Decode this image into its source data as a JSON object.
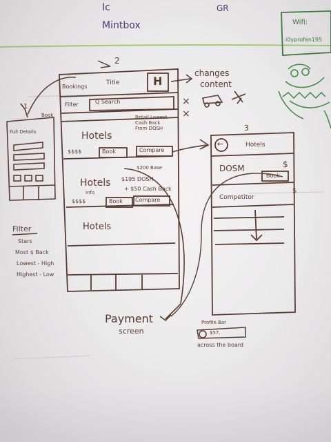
{
  "top_notes": {
    "partial_line1": "Ic",
    "line2": "Mintbox",
    "right_fragment": "GR"
  },
  "wifi_box": {
    "label": "Wifi:",
    "value": "i0yprofen195"
  },
  "screen1": {
    "number": "1",
    "title": "Full Details",
    "book_label": "Book"
  },
  "screen2": {
    "number": "2",
    "header_left": "Bookings",
    "header_title": "Title",
    "header_icon": "H",
    "filter_label": "Filter",
    "search_label": "Q Search",
    "close_mark": "×",
    "callout_changes": "changes",
    "callout_content": "content",
    "hotel1": {
      "name": "Hotels",
      "info": "Retail Lowest Cash Back From DOSH",
      "btn_price": "$$$$",
      "btn_book": "Book",
      "btn_compare": "Compare"
    },
    "hotel2": {
      "name": "Hotels",
      "sub": "info",
      "price_base": "$200 Base",
      "price_dosh": "$195 DOSH",
      "cash_back": "+ $50 Cash Back",
      "btn_price": "$$$$",
      "btn_book": "Book",
      "btn_compare": "Compare"
    },
    "hotel3": {
      "name": "Hotels"
    }
  },
  "filter_notes": {
    "title": "Filter",
    "items": [
      "Stars",
      "Most $ Back",
      "Lowest - High",
      "Highest - Low"
    ]
  },
  "screen3": {
    "number": "3",
    "back_icon": "←",
    "title": "Hotels",
    "dosh_label": "DOSM",
    "dollar": "$",
    "book": "Book",
    "competitor": "Competitor"
  },
  "payment": {
    "line1": "Payment",
    "line2": "screen"
  },
  "profile_bar": {
    "title": "Profile Bar",
    "value": "$57.",
    "note": "across the board"
  },
  "colors": {
    "marker_brown": "#5b3a2e",
    "marker_purple": "#4a3a78",
    "marker_green": "#3a7a3a",
    "board": "#eeecee"
  }
}
